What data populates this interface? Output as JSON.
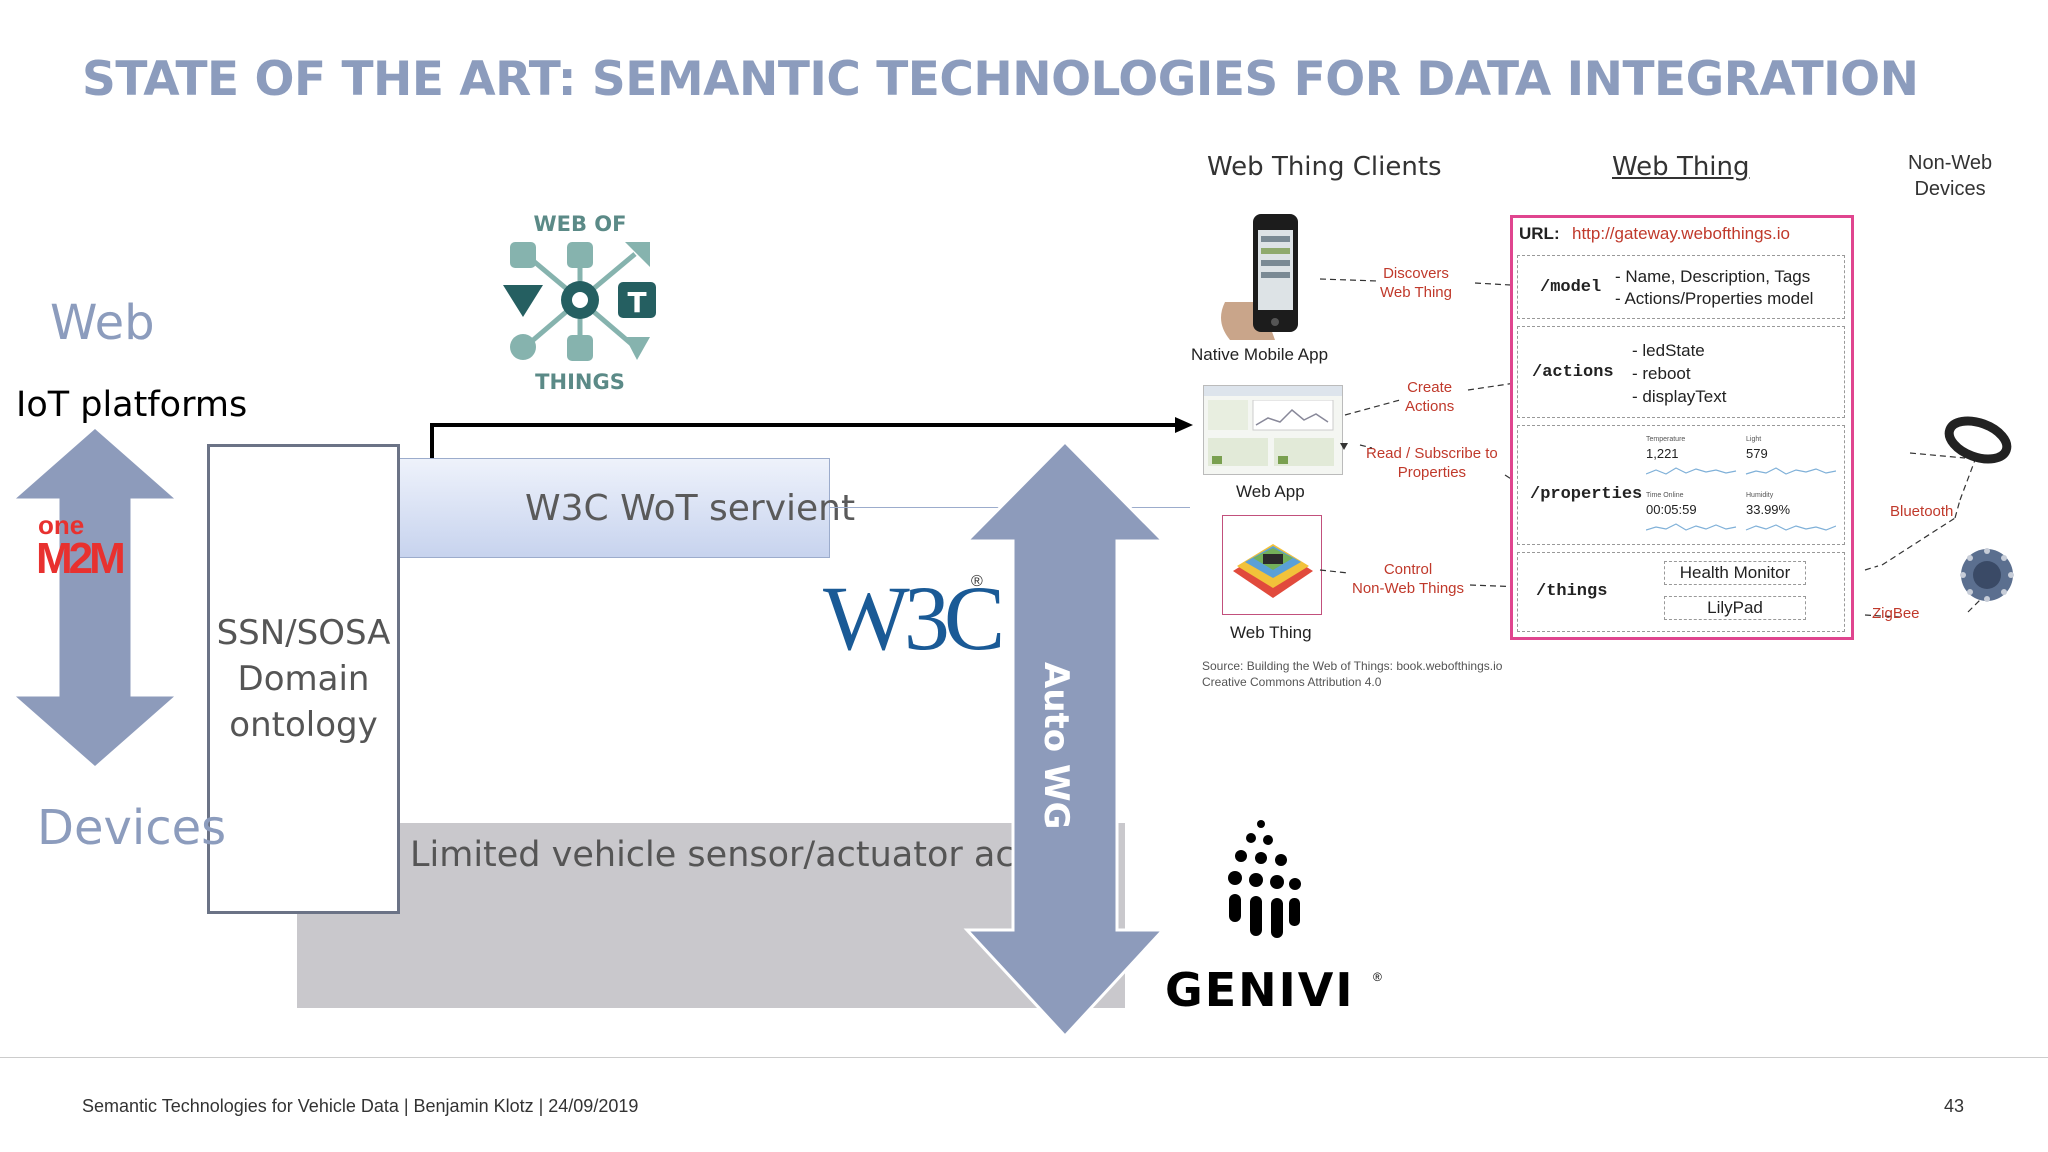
{
  "slide": {
    "title": "STATE OF THE ART: SEMANTIC TECHNOLOGIES FOR DATA INTEGRATION",
    "web_label": "Web",
    "devices_label": "Devices",
    "iot_label": "IoT platforms",
    "servient_label": "W3C WoT servient",
    "ssn_lines": [
      "SSN/SOSA",
      "Domain",
      "ontology"
    ],
    "limited_label": "Limited vehicle sensor/actuator access",
    "autowg_label": "Auto WG"
  },
  "logos": {
    "wot_top": "WEB OF",
    "wot_bottom": "THINGS",
    "onem2m_top": "one",
    "onem2m_bottom": "M2M",
    "w3c": "W3C",
    "w3c_reg": "®",
    "genivi": "GENIVI",
    "genivi_reg": "®"
  },
  "wot_figure": {
    "header_clients": "Web Thing Clients",
    "header_thing": "Web Thing",
    "header_nonweb_1": "Non-Web",
    "header_nonweb_2": "Devices",
    "clients": [
      "Native Mobile App",
      "Web App",
      "Web Thing"
    ],
    "edge_labels": [
      [
        "Discovers",
        "Web Thing"
      ],
      [
        "Create",
        "Actions"
      ],
      [
        "Read / Subscribe to",
        "Properties"
      ],
      [
        "Control",
        "Non-Web Things"
      ]
    ],
    "url_label": "URL:",
    "url": "http://gateway.webofthings.io",
    "model_path": "/model",
    "model_items": [
      "- Name, Description, Tags",
      "- Actions/Properties model"
    ],
    "actions_path": "/actions",
    "actions_items": [
      "- ledState",
      "- reboot",
      "- displayText"
    ],
    "properties_path": "/properties",
    "sensors": [
      {
        "label": "Temperature",
        "value": "1,221"
      },
      {
        "label": "Light",
        "value": "579"
      },
      {
        "label": "Time Online",
        "value": "00:05:59"
      },
      {
        "label": "Humidity",
        "value": "33.99%"
      }
    ],
    "things_path": "/things",
    "things_items": [
      "Health Monitor",
      "LilyPad"
    ],
    "protocols": [
      "Bluetooth",
      "ZigBee"
    ],
    "source_1": "Source: Building the Web of Things: book.webofthings.io",
    "source_2": "Creative Commons Attribution 4.0"
  },
  "footer": {
    "text": "Semantic Technologies for Vehicle Data | Benjamin Klotz | 24/09/2019",
    "page": "43"
  },
  "colors": {
    "accent": "#8c9cbd",
    "arrow": "#8d9bbb",
    "pink_border": "#e0458f",
    "red_text": "#c0392b"
  }
}
